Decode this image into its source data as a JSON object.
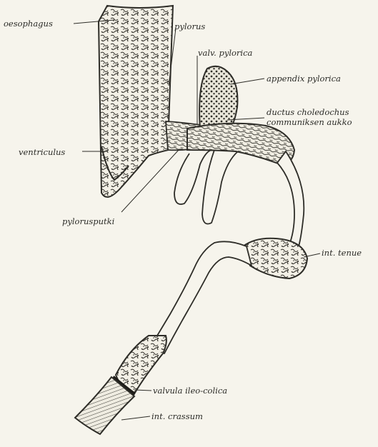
{
  "diagram": {
    "ink_color": "#2e2d28",
    "paper_color": "#f6f4ec",
    "labels": {
      "oesophagus": "oesophagus",
      "pylorus": "pylorus",
      "valv_pylorica": "valv. pylorica",
      "appendix_pylorica": "appendix pylorica",
      "ductus_choledochus": "ductus choledochus",
      "communiksen_aukko": "communiksen aukko",
      "ventriculus": "ventriculus",
      "pylorusputki": "pylorusputki",
      "int_tenue": "int. tenue",
      "valvula_ileo_colica": "valvula ileo-colica",
      "int_crassum": "int. crassum"
    }
  }
}
